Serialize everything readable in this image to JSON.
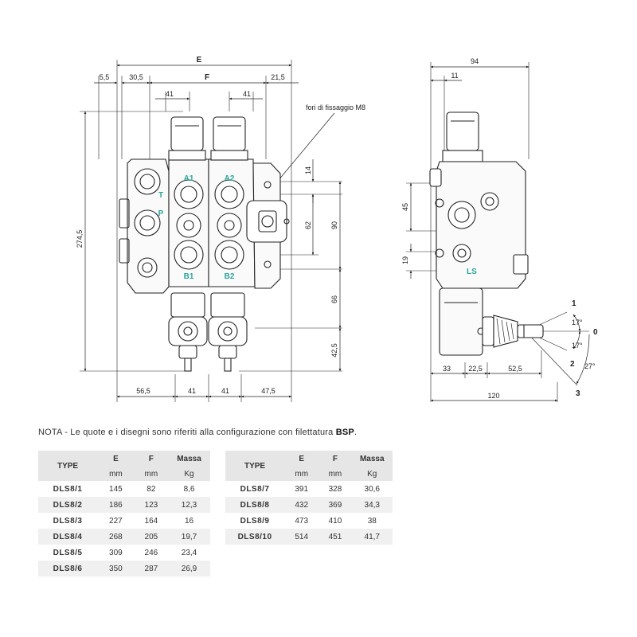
{
  "front_view": {
    "dims": {
      "E": "E",
      "F": "F",
      "d5_5": "5,5",
      "d30_5": "30,5",
      "d21_5": "21,5",
      "d41a": "41",
      "d41b": "41",
      "d274_5": "274,5",
      "d14": "14",
      "d62": "62",
      "d90": "90",
      "d66": "66",
      "d42_5": "42,5",
      "d56_5": "56,5",
      "d41c": "41",
      "d41d": "41",
      "d47_5": "47,5"
    },
    "ports": {
      "A1": "A1",
      "A2": "A2",
      "B1": "B1",
      "B2": "B2",
      "T": "T",
      "P": "P"
    },
    "callout": "fori di fissaggio M8"
  },
  "side_view": {
    "dims": {
      "d94": "94",
      "d11": "11",
      "d45": "45",
      "d19": "19",
      "d33": "33",
      "d22_5": "22,5",
      "d52_5": "52,5",
      "d120": "120",
      "a17a": "17°",
      "a17b": "17°",
      "a27": "27°"
    },
    "positions": {
      "p1": "1",
      "p0": "0",
      "p2": "2",
      "p3": "3"
    },
    "ls": "LS"
  },
  "note": {
    "prefix": "NOTA - Le quote e i disegni sono riferiti alla configurazione con filettatura",
    "bold": "BSP",
    "suffix": "."
  },
  "table_headers": {
    "type": "TYPE",
    "e": "E",
    "f": "F",
    "massa": "Massa",
    "unit_e": "mm",
    "unit_f": "mm",
    "unit_m": "Kg"
  },
  "table_left": [
    {
      "type": "DLS8/1",
      "e": "145",
      "f": "82",
      "m": "8,6"
    },
    {
      "type": "DLS8/2",
      "e": "186",
      "f": "123",
      "m": "12,3"
    },
    {
      "type": "DLS8/3",
      "e": "227",
      "f": "164",
      "m": "16"
    },
    {
      "type": "DLS8/4",
      "e": "268",
      "f": "205",
      "m": "19,7"
    },
    {
      "type": "DLS8/5",
      "e": "309",
      "f": "246",
      "m": "23,4"
    },
    {
      "type": "DLS8/6",
      "e": "350",
      "f": "287",
      "m": "26,9"
    }
  ],
  "table_right": [
    {
      "type": "DLS8/7",
      "e": "391",
      "f": "328",
      "m": "30,6"
    },
    {
      "type": "DLS8/8",
      "e": "432",
      "f": "369",
      "m": "34,3"
    },
    {
      "type": "DLS8/9",
      "e": "473",
      "f": "410",
      "m": "38"
    },
    {
      "type": "DLS8/10",
      "e": "514",
      "f": "451",
      "m": "41,7"
    }
  ]
}
